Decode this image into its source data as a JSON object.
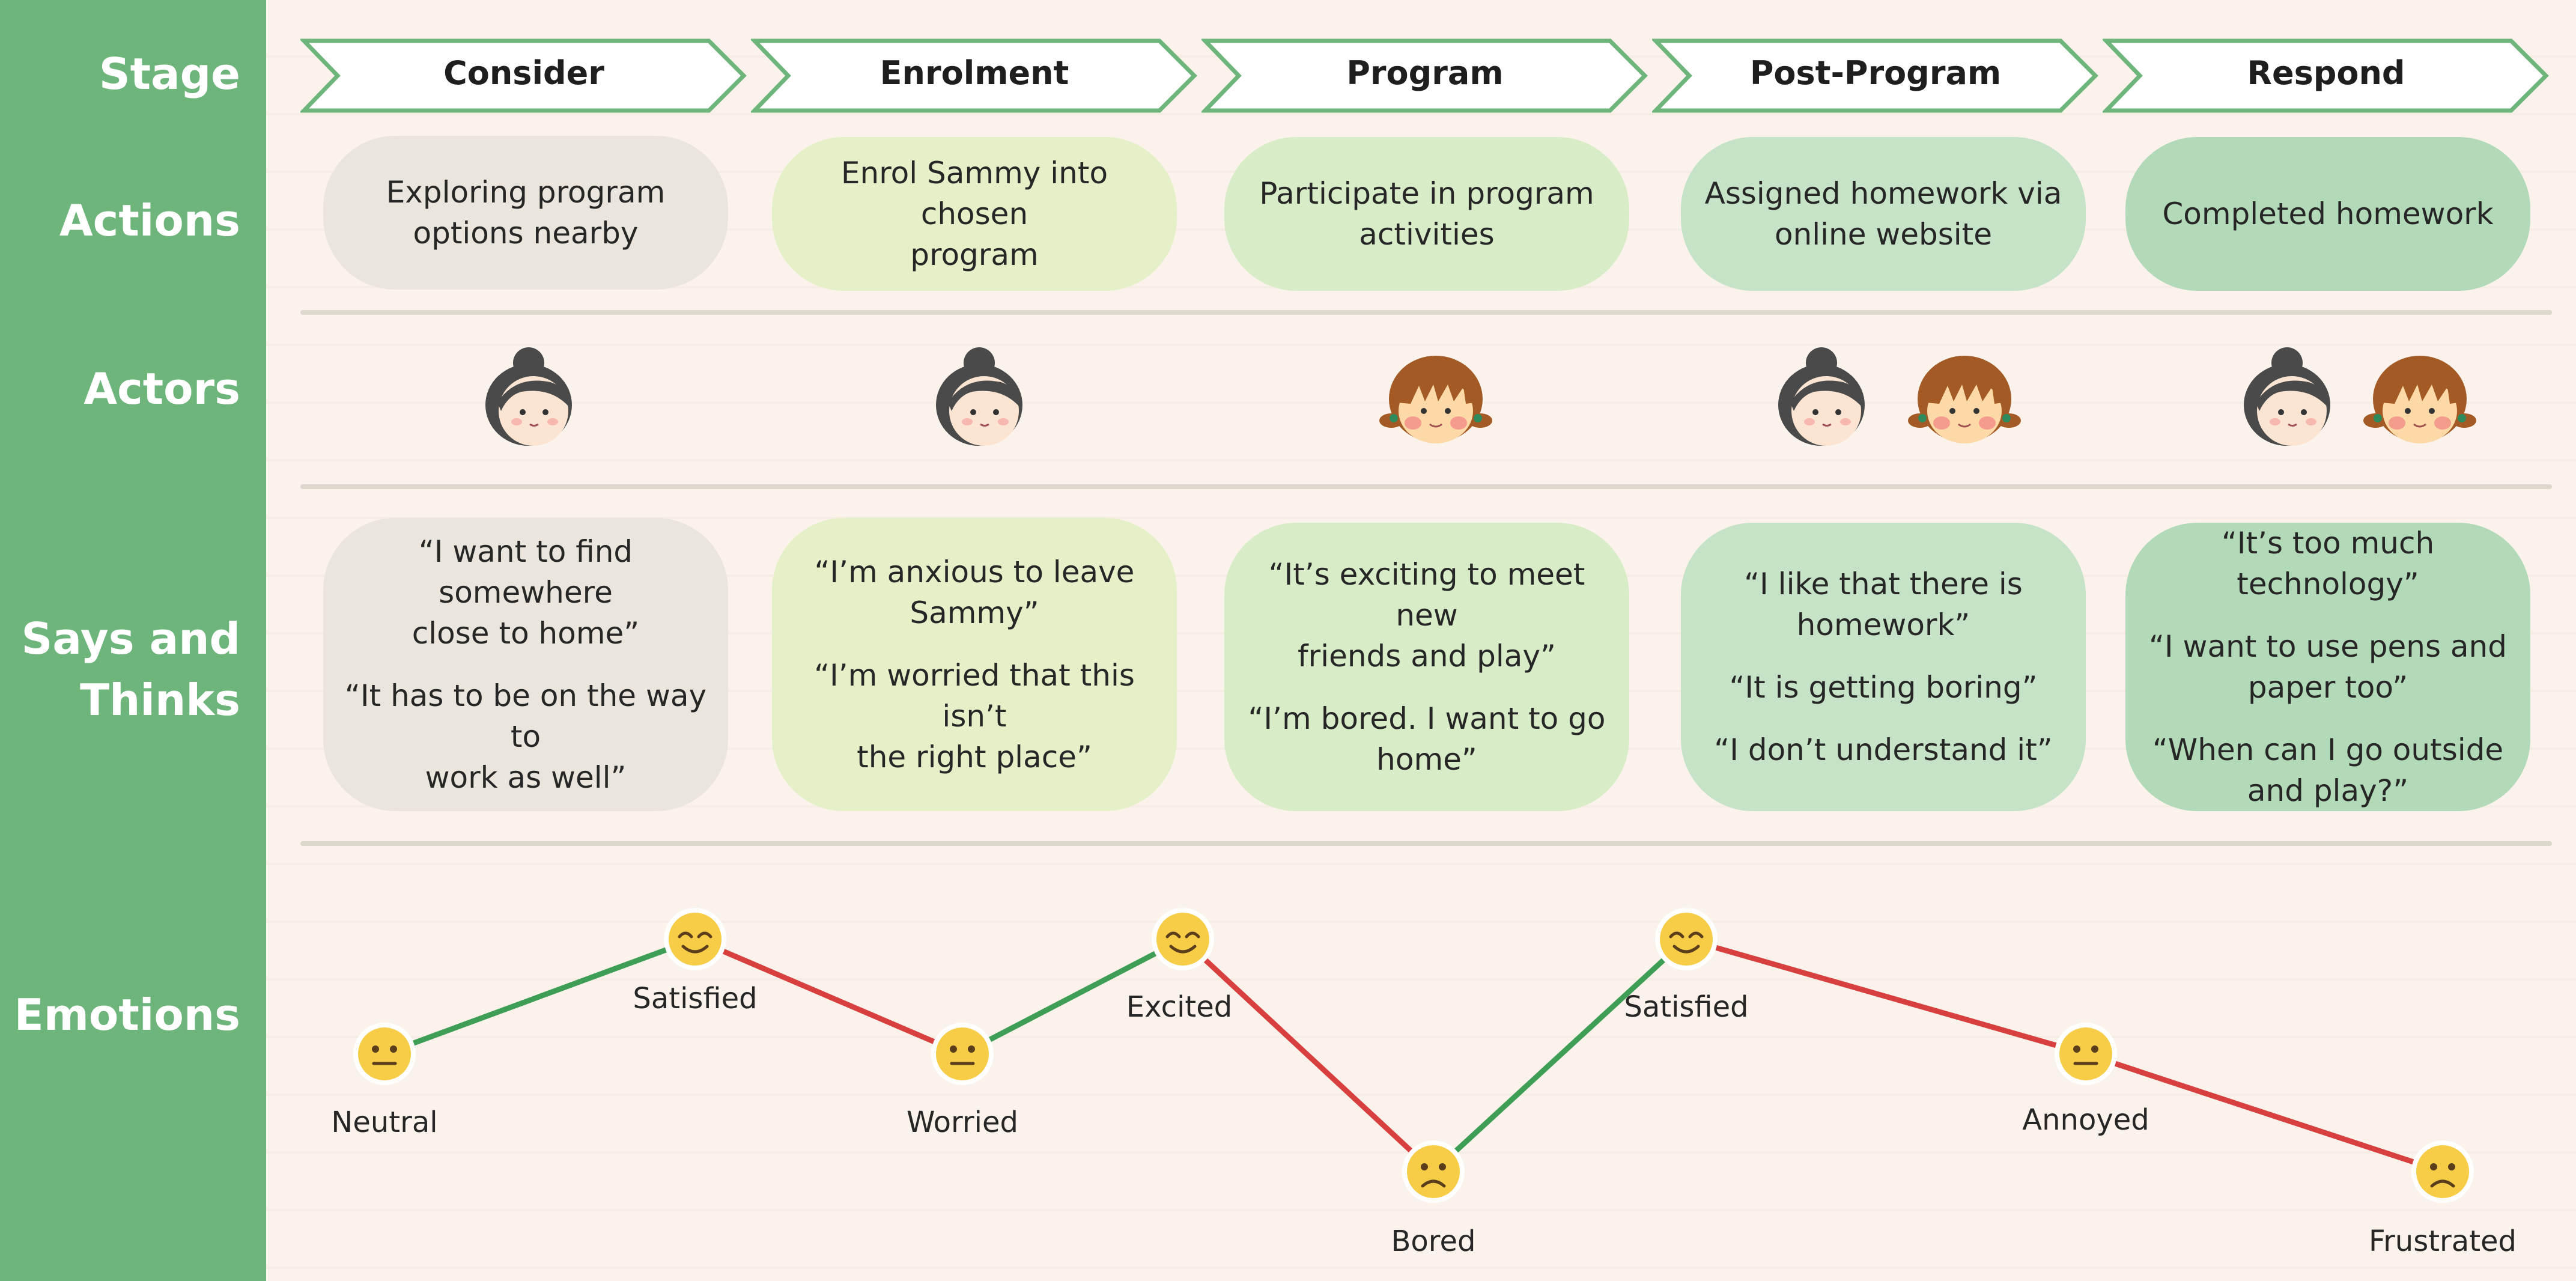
{
  "rows": {
    "stage": "Stage",
    "actions": "Actions",
    "actors": "Actors",
    "says_line1": "Says and",
    "says_line2": "Thinks",
    "emotions": "Emotions"
  },
  "stages": [
    "Consider",
    "Enrolment",
    "Program",
    "Post-Program",
    "Respond"
  ],
  "actions": [
    [
      "Exploring program",
      "options nearby"
    ],
    [
      "Enrol Sammy into chosen",
      "program"
    ],
    [
      "Participate in program",
      "activities"
    ],
    [
      "Assigned homework via",
      "online website"
    ],
    [
      "Completed homework"
    ]
  ],
  "actors": [
    [
      "parent"
    ],
    [
      "parent"
    ],
    [
      "child"
    ],
    [
      "parent",
      "child"
    ],
    [
      "parent",
      "child"
    ]
  ],
  "says": [
    [
      [
        "“I want to find somewhere",
        "close to home”"
      ],
      [
        "“It has to be on the way to",
        "work as well”"
      ]
    ],
    [
      [
        "“I’m anxious to leave",
        "Sammy”"
      ],
      [
        "“I’m worried that this isn’t",
        "the right place”"
      ]
    ],
    [
      [
        "“It’s exciting to meet new",
        "friends and play”"
      ],
      [
        "“I’m bored. I want to go",
        "home”"
      ]
    ],
    [
      [
        "“I like that there is",
        "homework”"
      ],
      [
        "“It is getting boring”"
      ],
      [
        "“I don’t understand it”"
      ]
    ],
    [
      [
        "“It’s too much technology”"
      ],
      [
        "“I want to use pens and",
        "paper too”"
      ],
      [
        "“When can I go outside",
        "and play?”"
      ]
    ]
  ],
  "emotions": [
    {
      "label": "Neutral",
      "face": "neutral-face-icon"
    },
    {
      "label": "Satisfied",
      "face": "happy-face-icon"
    },
    {
      "label": "Worried",
      "face": "neutral-face-icon"
    },
    {
      "label": "Excited",
      "face": "happy-face-icon"
    },
    {
      "label": "Bored",
      "face": "sad-face-icon"
    },
    {
      "label": "Satisfied",
      "face": "happy-face-icon"
    },
    {
      "label": "Annoyed",
      "face": "neutral-face-icon"
    },
    {
      "label": "Frustrated",
      "face": "sad-face-icon"
    }
  ],
  "colors": {
    "sidebar": "#6db57a",
    "chevron_border": "#6db57a",
    "rising_line": "#3e9e55",
    "falling_line": "#d84040",
    "emoji": "#f7cd47"
  }
}
